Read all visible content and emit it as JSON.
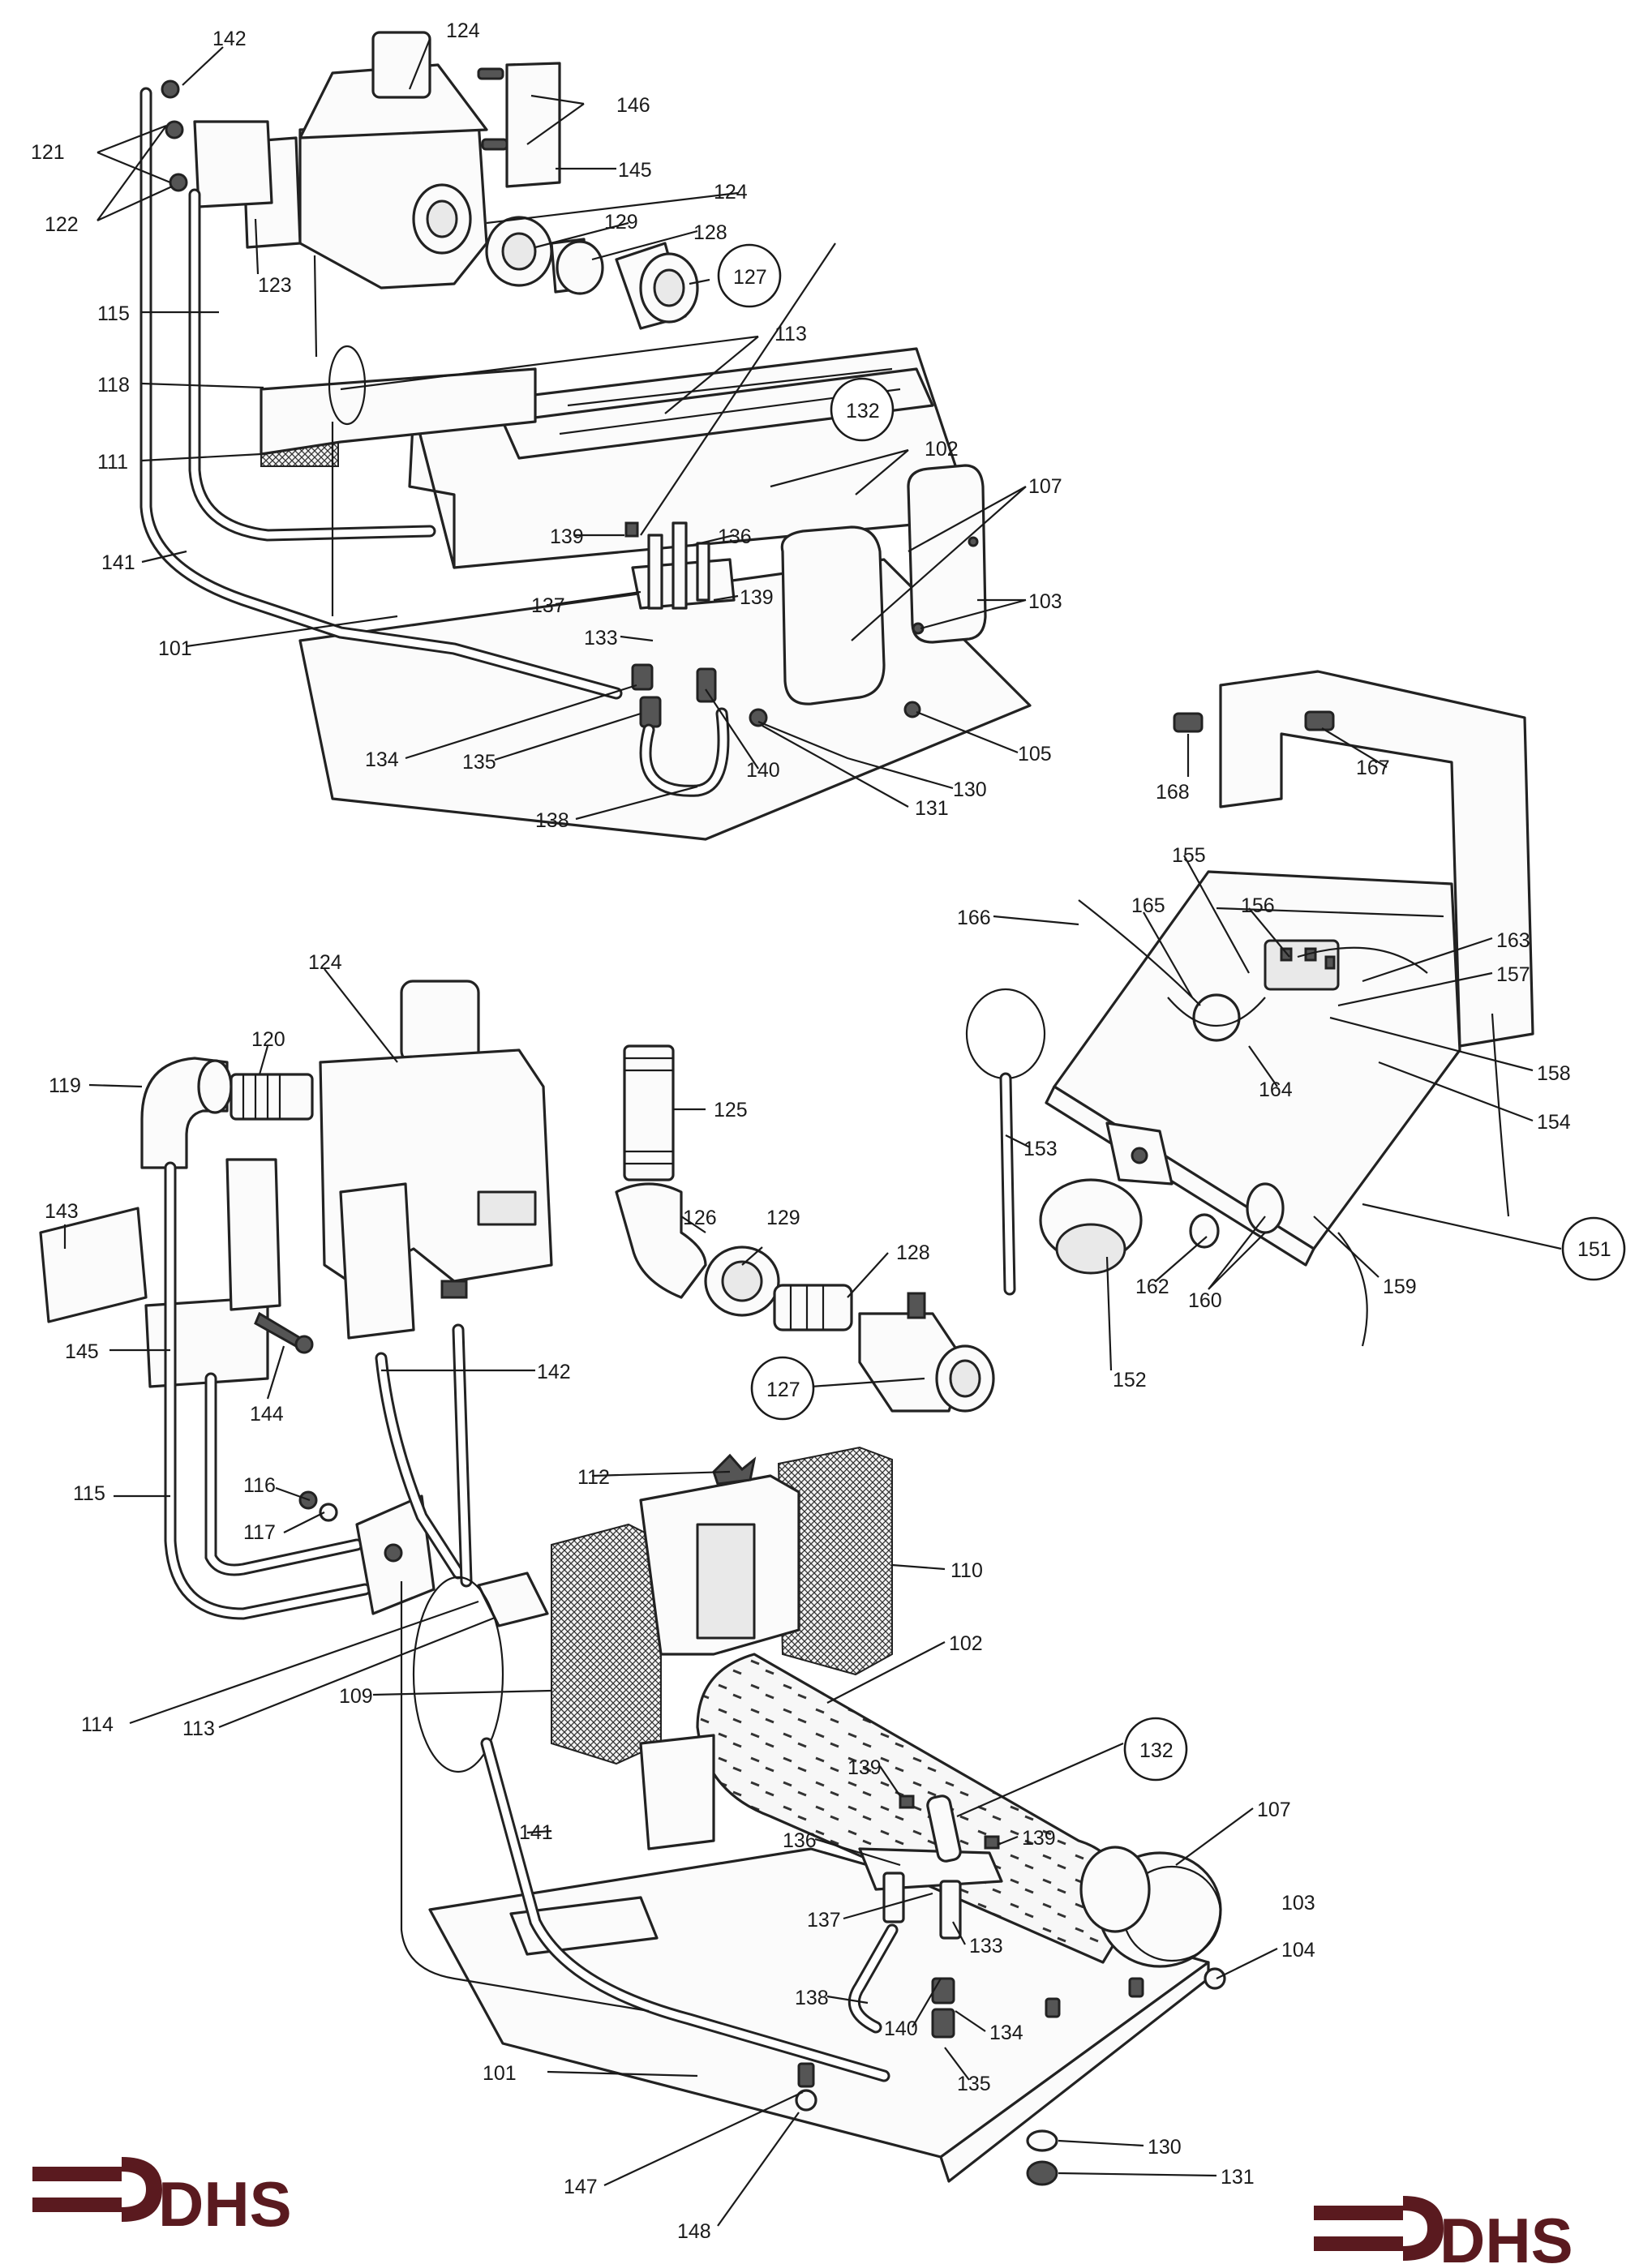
{
  "diagram": {
    "upper_labels": [
      "142",
      "124",
      "121",
      "122",
      "146",
      "145",
      "124",
      "129",
      "128",
      "127",
      "123",
      "115",
      "113",
      "118",
      "132",
      "111",
      "102",
      "107",
      "141",
      "139",
      "136",
      "139",
      "103",
      "137",
      "133",
      "101",
      "134",
      "135",
      "140",
      "130",
      "105",
      "131",
      "138"
    ],
    "right_labels": [
      "168",
      "167",
      "166",
      "165",
      "155",
      "156",
      "163",
      "157",
      "158",
      "164",
      "154",
      "153",
      "151",
      "162",
      "160",
      "159",
      "152"
    ],
    "lower_labels": [
      "124",
      "120",
      "119",
      "125",
      "143",
      "126",
      "129",
      "128",
      "145",
      "144",
      "142",
      "127",
      "116",
      "115",
      "117",
      "112",
      "110",
      "114",
      "113",
      "109",
      "102",
      "132",
      "107",
      "141",
      "139",
      "139",
      "136",
      "103",
      "137",
      "133",
      "104",
      "138",
      "140",
      "134",
      "101",
      "135",
      "130",
      "131",
      "147",
      "148"
    ],
    "circled_labels": [
      "127",
      "132",
      "151",
      "127",
      "132"
    ]
  },
  "logos": {
    "left_text": "DHS",
    "right_text": "DHS",
    "color": "#5a1a1f"
  }
}
